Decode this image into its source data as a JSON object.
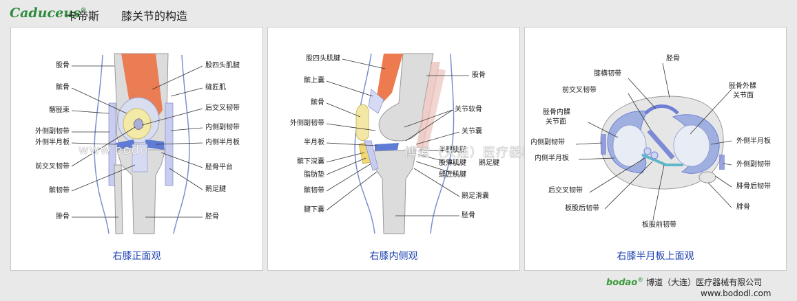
{
  "header": {
    "logo_text": "Caduceus",
    "logo_reg": "®",
    "brand_cn": "卡帝斯",
    "title": "膝关节的构造"
  },
  "panel1": {
    "caption": "右膝正面观",
    "left_labels": [
      "股骨",
      "髌骨",
      "髂胫束",
      "外侧副韧带",
      "外侧半月板",
      "前交叉韧带",
      "髌韧带",
      "腓骨"
    ],
    "right_labels": [
      "股四头肌腱",
      "缝匠肌",
      "后交叉韧带",
      "内侧副韧带",
      "内侧半月板",
      "胫骨平台",
      "鹅足腱",
      "胫骨"
    ],
    "watermark": "www.bodo"
  },
  "panel2": {
    "caption": "右膝内侧观",
    "left_labels": [
      "股四头肌腱",
      "髌上囊",
      "髌骨",
      "外侧副韧带",
      "半月板",
      "髌下深囊",
      "脂肪垫",
      "髌韧带",
      "腱下囊"
    ],
    "right_labels": [
      "股骨",
      "关节软骨",
      "关节囊",
      "半腱肌腱",
      "股薄肌腱",
      "缝匠肌腱",
      "鹅足腱",
      "鹅足滑囊",
      "胫骨"
    ],
    "watermark": "博道（大连）医疗器械有限公司"
  },
  "panel3": {
    "caption": "右膝半月板上面观",
    "labels_left": [
      "膝横韧带",
      "前交叉韧带",
      "胫骨内髁",
      "关节面",
      "内侧副韧带",
      "内侧半月板",
      "后交叉韧带",
      "板股后韧带"
    ],
    "labels_right": [
      "胫骨",
      "胫骨外髁",
      "关节面",
      "外侧半月板",
      "外侧副韧带",
      "腓骨后韧带",
      "腓骨"
    ],
    "label_bottom": "板股前韧带"
  },
  "footer": {
    "logo_text": "bodao",
    "logo_reg": "®",
    "company": "博道（大连）医疗器械有限公司",
    "url": "www.bododl.com"
  },
  "colors": {
    "caption_blue": "#1a3fb0",
    "muscle_orange": "#e8643a",
    "ligament_blue": "#6f7fd6",
    "cartilage_yellow": "#f3e7a6",
    "bone_gray": "#d9d9d9",
    "meniscus_cyan": "#5fb7c9"
  }
}
